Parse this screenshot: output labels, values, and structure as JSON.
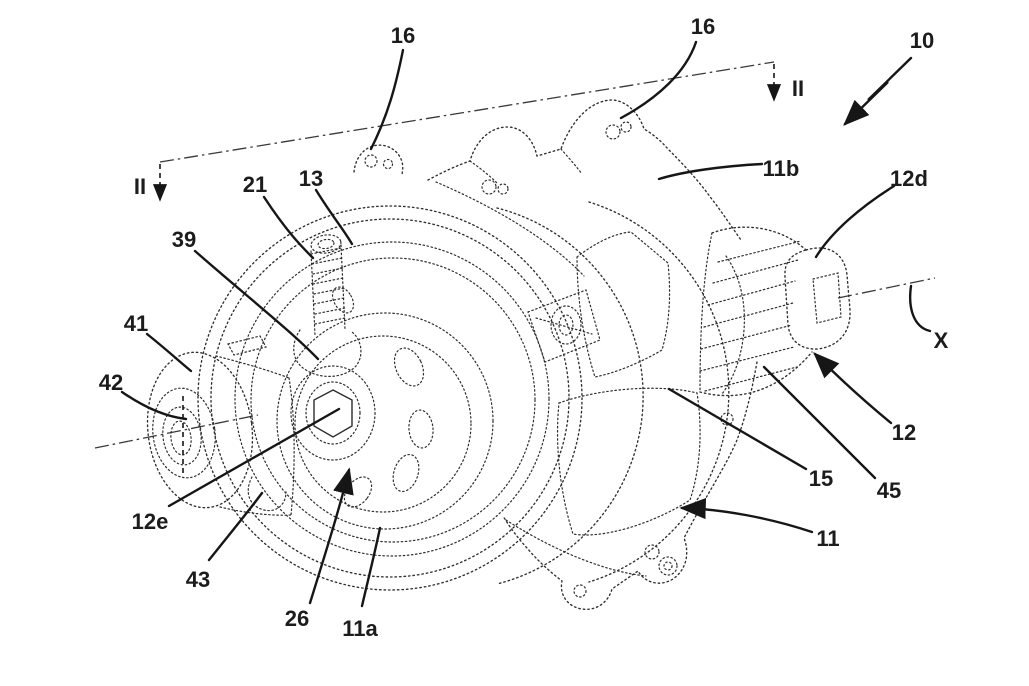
{
  "figure": {
    "background": "#ffffff",
    "ink": "#1c1c1c",
    "description": "Patent-style stippled line drawing of a wheel hub / hub-gear assembly in isometric view with section line II-II, axis X and reference numerals"
  },
  "labels": {
    "r16a": "16",
    "r16b": "16",
    "r10": "10",
    "sec_right": "II",
    "sec_left": "II",
    "r21": "21",
    "r13": "13",
    "r11b": "11b",
    "r12d": "12d",
    "r39": "39",
    "r41": "41",
    "r42": "42",
    "rX": "X",
    "r12": "12",
    "r45": "45",
    "r15": "15",
    "r11": "11",
    "r12e": "12e",
    "r43": "43",
    "r26": "26",
    "r11a": "11a"
  }
}
